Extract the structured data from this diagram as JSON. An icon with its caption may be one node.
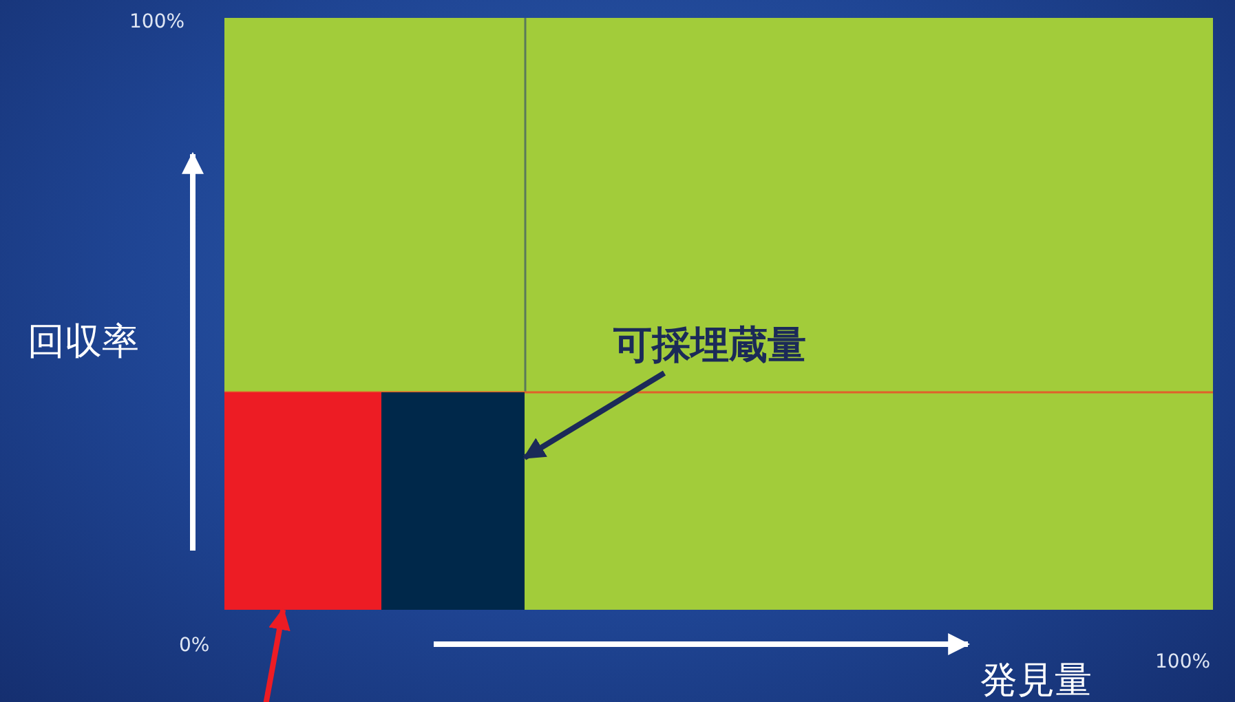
{
  "diagram": {
    "nodes": [
      {
        "text": [],
        "shape": "box"
      },
      {
        "text": [],
        "shape": "box",
        "in": 0
      },
      {
        "text": [],
        "shape": "box",
        "in": 0
      },
      {
        "text": [
          "可採埋蔵量"
        ],
        "in": 0
      }
    ],
    "edges": [
      {
        "from": 3,
        "to": 2,
        "arrow": "to"
      },
      {
        "from": null,
        "to": 1,
        "arrow": "to",
        "color": "#ed1c24"
      }
    ],
    "labels": [
      "100%",
      "回収率",
      "0%",
      "発見量",
      "100%"
    ]
  }
}
